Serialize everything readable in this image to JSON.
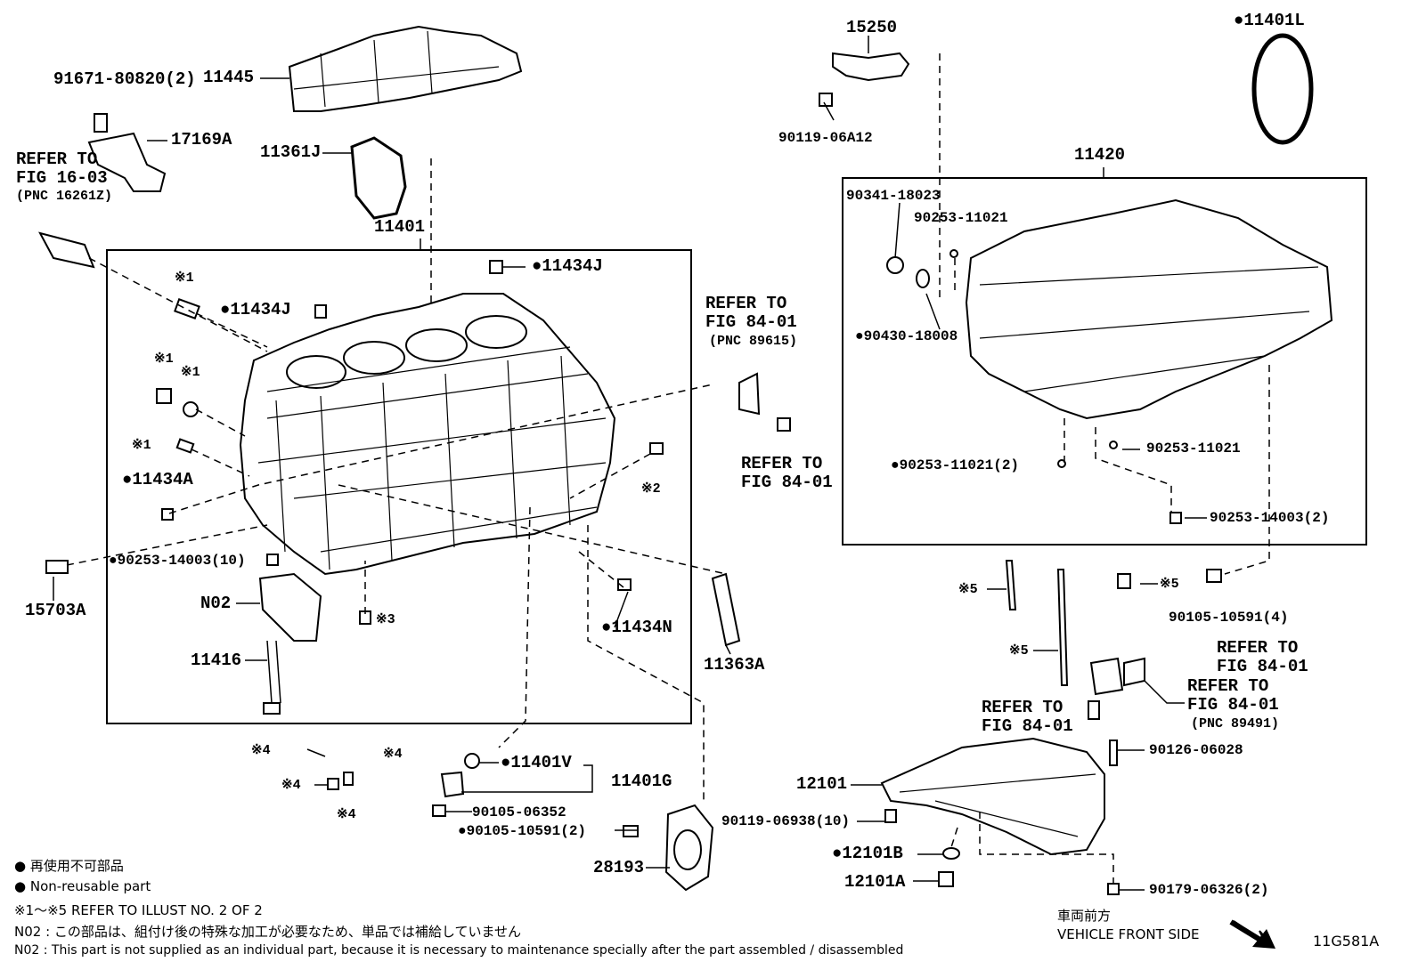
{
  "labels": {
    "p91671": "91671-80820(2)",
    "p11445": "11445",
    "p17169A": "17169A",
    "refer16": "REFER TO",
    "fig1603": "FIG 16-03",
    "pnc16261": "(PNC 16261Z)",
    "p11361J": "11361J",
    "p11401": "11401",
    "p11434J_top": "●11434J",
    "p11434J_left": "●11434J",
    "p11434A": "●11434A",
    "p90253_14003_10": "●90253-14003(10)",
    "p15703A": "15703A",
    "pN02": "N02",
    "p11416": "11416",
    "p11434N": "●11434N",
    "p11363A": "11363A",
    "refer84a": "REFER TO",
    "fig8401a": "FIG 84-01",
    "pnc89615": "(PNC 89615)",
    "refer84b": "REFER TO",
    "fig8401b": "FIG 84-01",
    "p11401V": "●11401V",
    "p11401G": "11401G",
    "p90105_06352": "90105-06352",
    "p90105_10591_2": "●90105-10591(2)",
    "p28193": "28193",
    "p15250": "15250",
    "p90119_06A12": "90119-06A12",
    "p11401L": "●11401L",
    "p11420": "11420",
    "p90341": "90341-18023",
    "p90253_11021a": "90253-11021",
    "p90430": "●90430-18008",
    "p90253_11021_2": "●90253-11021(2)",
    "p90253_11021b": "90253-11021",
    "p90253_14003_2": "90253-14003(2)",
    "p90105_10591_4": "90105-10591(4)",
    "refer84c": "REFER TO",
    "fig8401c": "FIG 84-01",
    "refer84d": "REFER TO",
    "fig8401d": "FIG 84-01",
    "pnc89491": "(PNC 89491)",
    "refer84e": "REFER TO",
    "fig8401e": "FIG 84-01",
    "p90126": "90126-06028",
    "p12101": "12101",
    "p90119_06938": "90119-06938(10)",
    "p12101B": "●12101B",
    "p12101A": "12101A",
    "p90179": "90179-06326(2)",
    "m1a": "※1",
    "m1b": "※1",
    "m1c": "※1",
    "m1d": "※1",
    "m2": "※2",
    "m3": "※3",
    "m4a": "※4",
    "m4b": "※4",
    "m4c": "※4",
    "m4d": "※4",
    "m5a": "※5",
    "m5b": "※5",
    "m5c": "※5"
  },
  "legend": {
    "line1": "● 再使用不可部品",
    "line2": "● Non-reusable part",
    "line3": "※1～※5  REFER TO ILLUST NO. 2 OF 2",
    "line4": "N02 : この部品は、組付け後の特殊な加工が必要なため、単品では補給していません",
    "line5": "N02 : This part is not supplied as an individual part, because it is necessary to maintenance specially after the part assembled / disassembled"
  },
  "front": {
    "jp": "車両前方",
    "en": "VEHICLE FRONT SIDE"
  },
  "figure_id": "11G581A"
}
